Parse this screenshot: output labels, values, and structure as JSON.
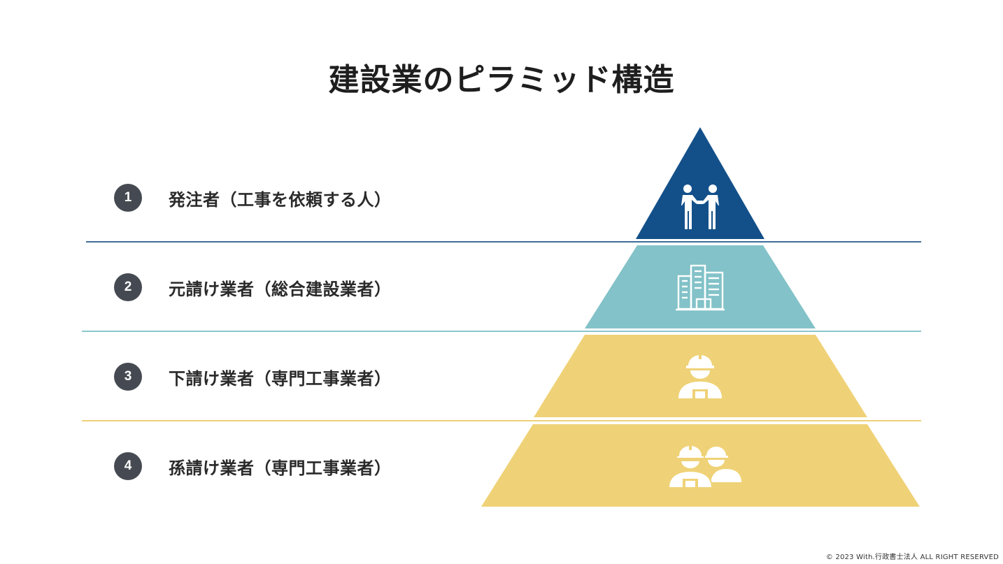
{
  "title": "建設業のピラミッド構造",
  "colors": {
    "tier1": "#13508a",
    "tier2": "#82c2c8",
    "tier3": "#efd277",
    "tier4": "#efd277",
    "divider1": "#3d6e99",
    "divider2": "#8cc6cc",
    "divider3": "#edd27c",
    "badge": "#454a52"
  },
  "tiers": [
    {
      "number": "1",
      "label": "発注者（工事を依頼する人）",
      "icon": "handshake-icon"
    },
    {
      "number": "2",
      "label": "元請け業者（総合建設業者）",
      "icon": "office-buildings-icon"
    },
    {
      "number": "3",
      "label": "下請け業者（専門工事業者）",
      "icon": "construction-worker-icon"
    },
    {
      "number": "4",
      "label": "孫請け業者（専門工事業者）",
      "icon": "construction-workers-group-icon"
    }
  ],
  "footer": "© 2023 With.行政書士法人 ALL RIGHT RESERVED"
}
